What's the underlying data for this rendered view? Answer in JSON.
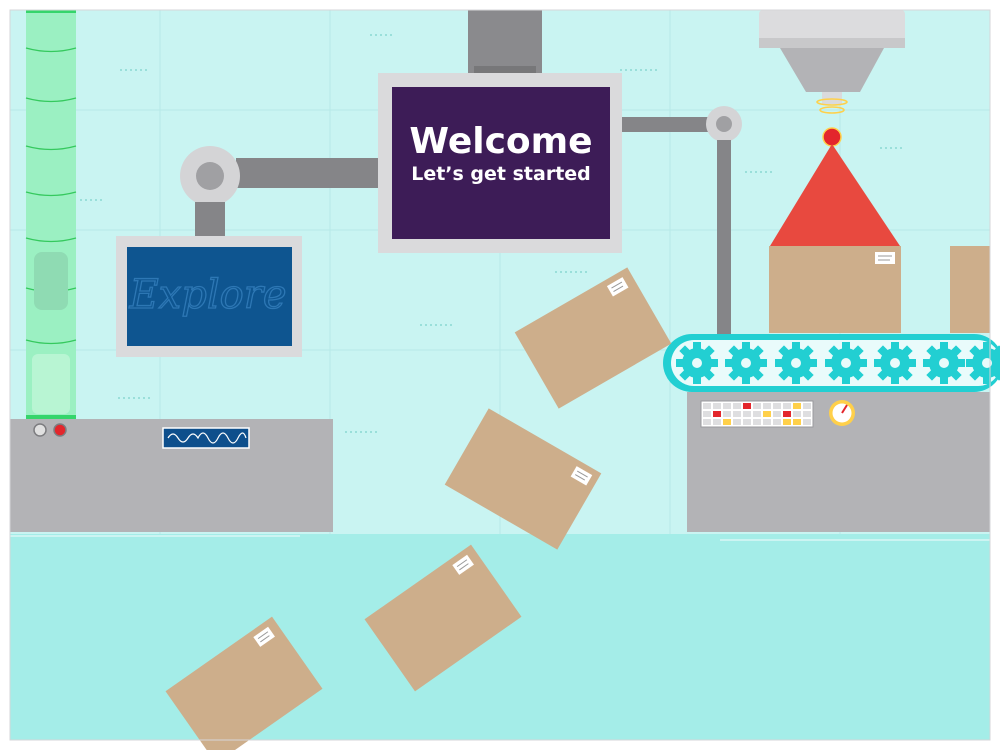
{
  "welcome_screen": {
    "title": "Welcome",
    "subtitle": "Let’s get started"
  },
  "explore_screen": {
    "label": "Explore"
  },
  "colors": {
    "wall": "#c9f4f2",
    "floor": "#a4ede8",
    "machine_gray": "#b3b3b6",
    "welcome_panel": "#3d1c57",
    "explore_panel": "#0e5590",
    "box": "#cdae8b",
    "gear": "#22cfd2",
    "roof": "#e8493f",
    "tube": "#9bf0c2"
  },
  "icons": [
    "gear-icon",
    "gauge-icon",
    "waveform-icon",
    "power-button-icon",
    "record-button-icon"
  ]
}
